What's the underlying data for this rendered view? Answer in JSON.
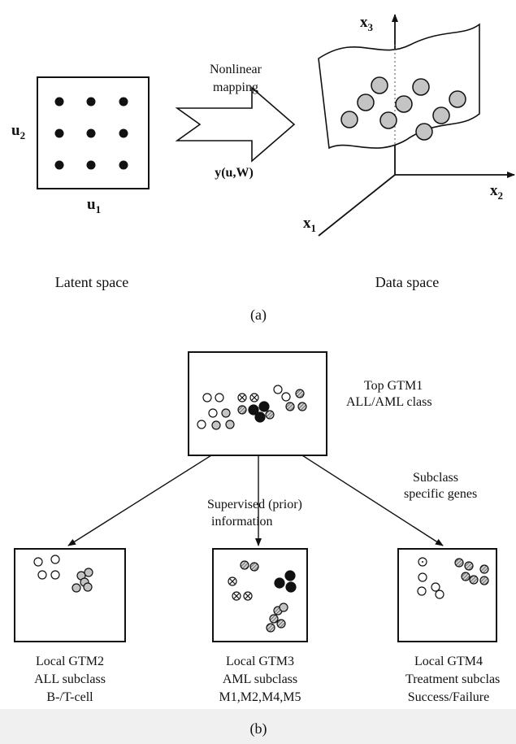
{
  "panel_a": {
    "arrow_label_line1": "Nonlinear",
    "arrow_label_line2": "mapping",
    "mapping_func": "y(u,W)",
    "axis_u2": "u",
    "axis_u2_sub": "2",
    "axis_u1": "u",
    "axis_u1_sub": "1",
    "axis_x3": "x",
    "axis_x3_sub": "3",
    "axis_x2": "x",
    "axis_x2_sub": "2",
    "axis_x1": "x",
    "axis_x1_sub": "1",
    "latent_label": "Latent space",
    "data_label": "Data space",
    "caption": "(a)"
  },
  "panel_b": {
    "top_label_line1": "Top GTM1",
    "top_label_line2": "ALL/AML class",
    "supervised_line1": "Supervised (prior)",
    "supervised_line2": "information",
    "subclass_line1": "Subclass",
    "subclass_line2": "specific genes",
    "local2": [
      "Local GTM2",
      "ALL subclass",
      "B-/T-cell"
    ],
    "local3": [
      "Local GTM3",
      "AML subclass",
      "M1,M2,M4,M5"
    ],
    "local4": [
      "Local GTM4",
      "Treatment subclas",
      "Success/Failure"
    ],
    "caption": "(b)"
  },
  "colors": {
    "black": "#111111",
    "gray_fill": "#c4c4c4",
    "hatch_fill": "#8a8a8a",
    "caption_band": "#f0f0f0"
  }
}
